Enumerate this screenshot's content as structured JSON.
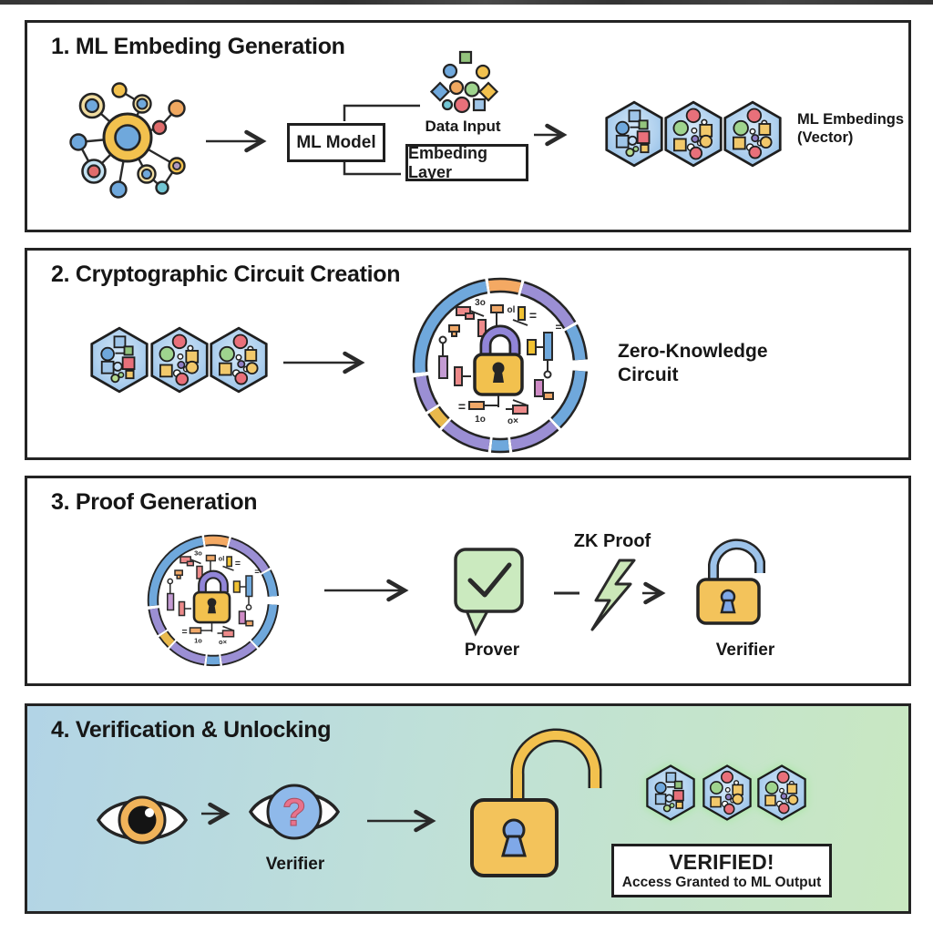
{
  "panel1": {
    "title": "1. ML Embeding Generation",
    "ml_model": "ML Model",
    "data_input": "Data Input",
    "embedding_layer": "Embeding Layer",
    "output_line1": "ML Embedings",
    "output_line2": "(Vector)"
  },
  "panel2": {
    "title": "2. Cryptographic Circuit Creation",
    "zk_line1": "Zero-Knowledge",
    "zk_line2": "Circuit"
  },
  "panel3": {
    "title": "3. Proof Generation",
    "prover": "Prover",
    "zk_proof": "ZK Proof",
    "verifier": "Verifier"
  },
  "panel4": {
    "title": "4. Verification & Unlocking",
    "verifier": "Verifier",
    "verified_title": "VERIFIED!",
    "verified_subtitle": "Access Granted to ML Output"
  },
  "circuit_glyphs": {
    "g1": "3o",
    "g2": "ol",
    "g3": "=",
    "g4": "=",
    "g5": "=",
    "g6": "1o",
    "g7": "o×"
  },
  "colors": {
    "panel_border": "#242424",
    "hex_blue": "#9FC5E8",
    "lock_gold": "#F2C14E",
    "shackle_purple": "#9185D8",
    "ring_blue": "#6FA8DC",
    "ring_purple": "#9B8FD4",
    "ring_orange": "#F4A963",
    "ring_gold": "#E9B94C",
    "prover_green": "#CBEABF",
    "bolt_green": "#CBE7B8",
    "question_pink": "#E8728C",
    "iris_orange": "#F0B35A",
    "panel4_bg_left": "#B2D4E6",
    "panel4_bg_right": "#C9E8C1"
  }
}
